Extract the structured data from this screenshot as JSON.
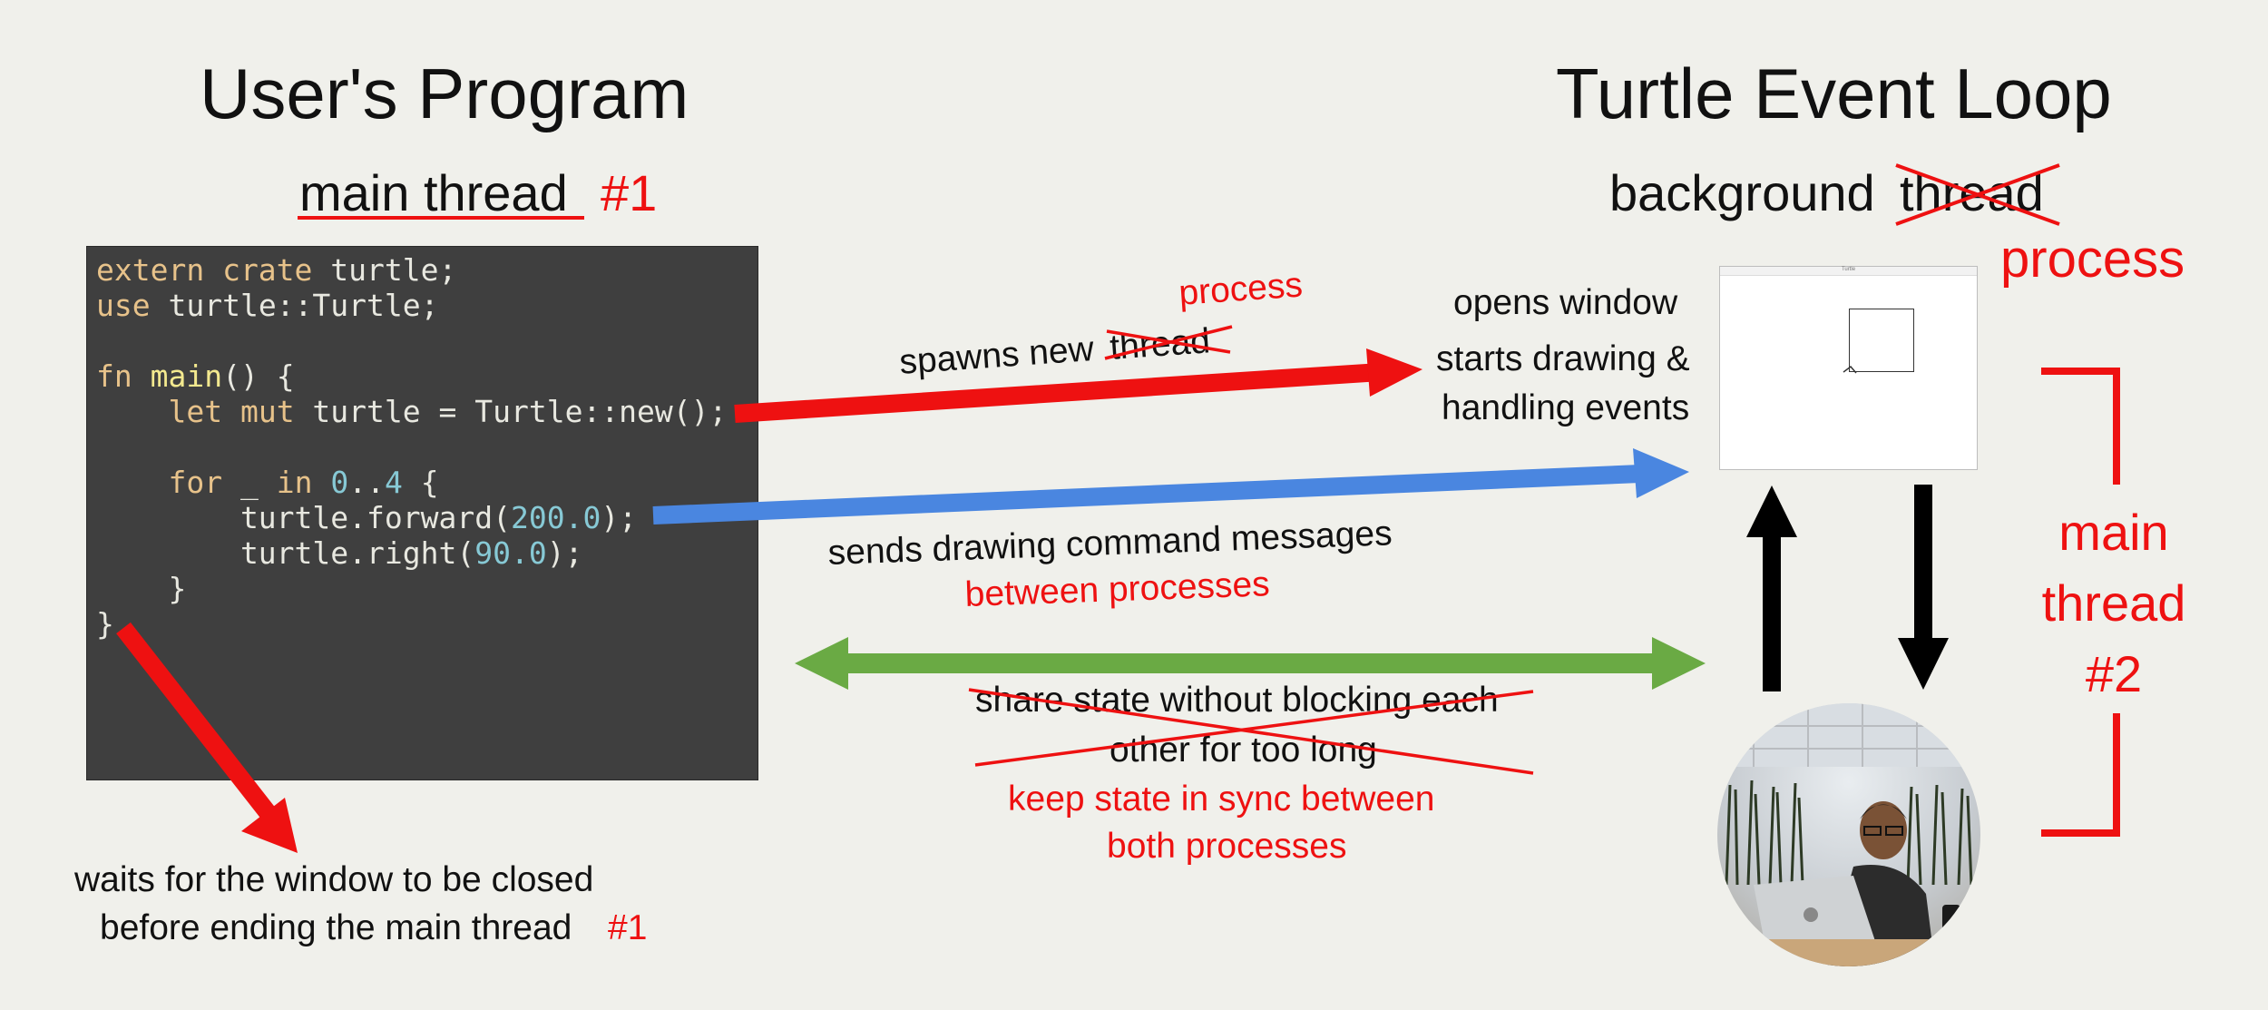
{
  "headings": {
    "left": "User's Program",
    "right": "Turtle Event Loop"
  },
  "subheadings": {
    "main_thread": "main thread",
    "main_thread_number": "#1",
    "background_word": "background",
    "thread_struck": "thread",
    "process_replacement": "process"
  },
  "code": {
    "lines": [
      [
        {
          "t": "extern crate",
          "c": "kw"
        },
        {
          "t": " turtle;",
          "c": ""
        }
      ],
      [
        {
          "t": "use",
          "c": "kw"
        },
        {
          "t": " turtle::Turtle;",
          "c": ""
        }
      ],
      [
        {
          "t": "",
          "c": ""
        }
      ],
      [
        {
          "t": "fn",
          "c": "kw"
        },
        {
          "t": " ",
          "c": ""
        },
        {
          "t": "main",
          "c": "fn"
        },
        {
          "t": "() {",
          "c": ""
        }
      ],
      [
        {
          "t": "    ",
          "c": ""
        },
        {
          "t": "let mut",
          "c": "kw"
        },
        {
          "t": " turtle = Turtle::new();",
          "c": ""
        }
      ],
      [
        {
          "t": "",
          "c": ""
        }
      ],
      [
        {
          "t": "    ",
          "c": ""
        },
        {
          "t": "for",
          "c": "kw"
        },
        {
          "t": " _ ",
          "c": ""
        },
        {
          "t": "in",
          "c": "kw"
        },
        {
          "t": " ",
          "c": ""
        },
        {
          "t": "0",
          "c": "num"
        },
        {
          "t": "..",
          "c": ""
        },
        {
          "t": "4",
          "c": "num"
        },
        {
          "t": " {",
          "c": ""
        }
      ],
      [
        {
          "t": "        turtle.forward(",
          "c": ""
        },
        {
          "t": "200.0",
          "c": "num"
        },
        {
          "t": ");",
          "c": ""
        }
      ],
      [
        {
          "t": "        turtle.right(",
          "c": ""
        },
        {
          "t": "90.0",
          "c": "num"
        },
        {
          "t": ");",
          "c": ""
        }
      ],
      [
        {
          "t": "    }",
          "c": ""
        }
      ],
      [
        {
          "t": "}",
          "c": ""
        }
      ]
    ]
  },
  "labels": {
    "spawns_prefix": "spawns new",
    "spawns_struck": "thread",
    "spawns_replacement": "process",
    "opens_window": "opens window",
    "starts_drawing_1": "starts drawing &",
    "starts_drawing_2": "handling events",
    "sends_commands": "sends drawing command messages",
    "between_processes": "between processes",
    "share_state_struck_1": "share state without blocking each",
    "share_state_struck_2": "other for too long",
    "keep_sync_1": "keep state in sync between",
    "keep_sync_2": "both processes",
    "waits_1": "waits for the window to be closed",
    "waits_2": "before ending the main thread",
    "waits_number": "#1",
    "main_thread_2_line1": "main",
    "main_thread_2_line2": "thread",
    "main_thread_2_line3": "#2"
  },
  "window": {
    "title": "Turtle"
  },
  "colors": {
    "red": "#ee1111",
    "blue": "#4a86e0",
    "green": "#6aaa44",
    "black": "#000000",
    "code_bg": "#3f3f3f"
  }
}
